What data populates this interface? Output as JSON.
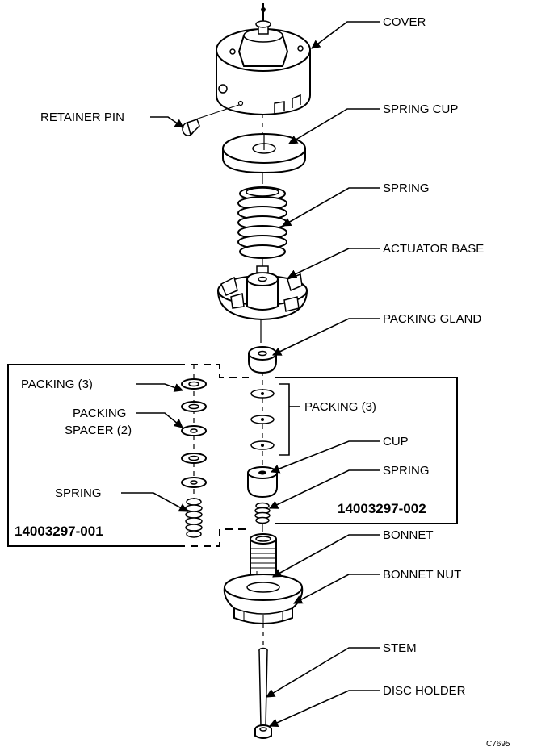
{
  "labels": {
    "cover": "COVER",
    "retainer_pin": "RETAINER PIN",
    "spring_cup": "SPRING CUP",
    "spring_top": "SPRING",
    "actuator_base": "ACTUATOR BASE",
    "packing_gland": "PACKING GLAND",
    "packing_left": "PACKING (3)",
    "packing_spacer_line1": "PACKING",
    "packing_spacer_line2": "SPACER (2)",
    "packing_right": "PACKING (3)",
    "cup": "CUP",
    "spring_right": "SPRING",
    "spring_left": "SPRING",
    "bonnet": "BONNET",
    "bonnet_nut": "BONNET NUT",
    "stem": "STEM",
    "disc_holder": "DISC HOLDER"
  },
  "kits": {
    "left_part_number": "14003297-001",
    "right_part_number": "14003297-002"
  },
  "figure_code": "C7695"
}
